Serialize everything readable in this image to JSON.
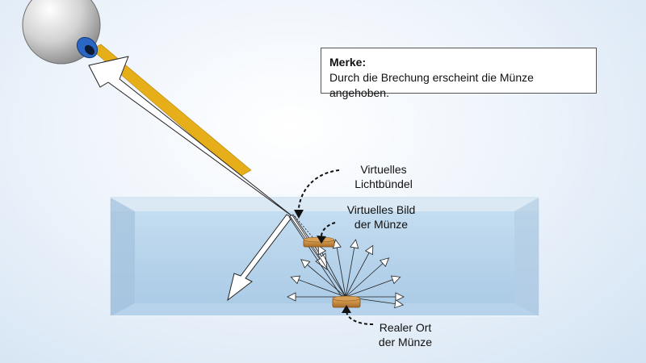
{
  "note": {
    "title": "Merke:",
    "text": "Durch die Brechung erscheint die Münze angehoben."
  },
  "labels": {
    "virtual_bundle": [
      "Virtuelles",
      "Lichtbündel"
    ],
    "virtual_image": [
      "Virtuelles Bild",
      "der Münze"
    ],
    "real_location": [
      "Realer Ort",
      "der Münze"
    ]
  },
  "colors": {
    "water": "#b9d3ea",
    "coin": "#c98a3c",
    "ray_shadow": "#e6ae18",
    "eye_iris": "#2c66c4"
  }
}
